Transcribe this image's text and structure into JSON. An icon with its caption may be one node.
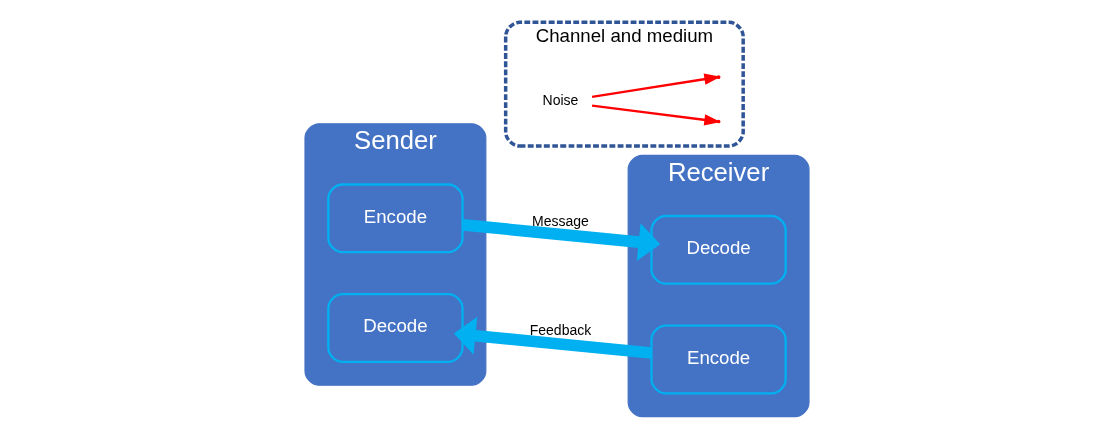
{
  "diagram": {
    "nodes": [
      {
        "text": [
          "Sender"
        ]
      },
      {
        "text": [
          "Encode"
        ],
        "in": 0
      },
      {
        "text": [
          "Decode"
        ],
        "in": 0
      },
      {
        "text": [
          "Channel and medium"
        ]
      },
      {
        "text": [
          "Noise"
        ],
        "in": 3
      },
      {
        "text": [
          "Receiver"
        ]
      },
      {
        "text": [
          "Decode"
        ],
        "in": 5
      },
      {
        "text": [
          "Encode"
        ],
        "in": 5
      }
    ],
    "edges": [
      {
        "from": 1,
        "to": 6,
        "arrow": "to",
        "label": "Message",
        "style": "thick",
        "color": "#00b0f0"
      },
      {
        "from": 7,
        "to": 2,
        "arrow": "to",
        "label": "Feedback",
        "style": "thick",
        "color": "#00b0f0"
      },
      {
        "from": 4,
        "to": null,
        "arrow": "to",
        "color": "#ff0000"
      },
      {
        "from": 4,
        "to": null,
        "arrow": "to",
        "color": "#ff0000"
      }
    ]
  }
}
